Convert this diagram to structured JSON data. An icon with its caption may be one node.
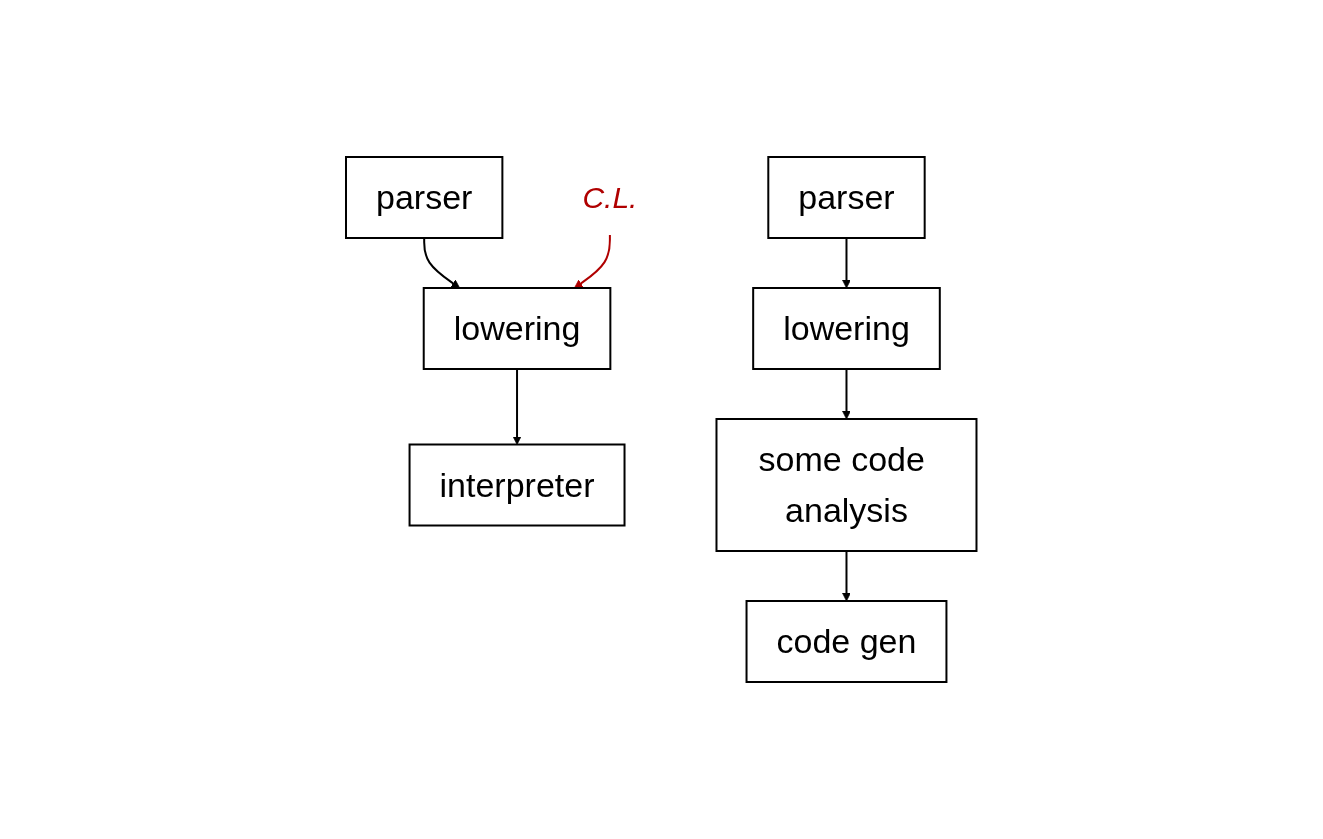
{
  "diagram": {
    "nodes": [
      {
        "text": [
          "parser"
        ]
      },
      {
        "text": [
          "lowering"
        ]
      },
      {
        "text": [
          "interpreter"
        ]
      },
      {
        "text": [
          "parser"
        ]
      },
      {
        "text": [
          "lowering"
        ]
      },
      {
        "text": [
          "some code analysis"
        ]
      },
      {
        "text": [
          "code gen"
        ]
      },
      {
        "text": [
          "C.L."
        ]
      }
    ],
    "edges": [
      {
        "from": 0,
        "to": 1,
        "arrow": "to"
      },
      {
        "from": 1,
        "to": 2,
        "arrow": "to"
      },
      {
        "from": 3,
        "to": 4,
        "arrow": "to"
      },
      {
        "from": 4,
        "to": 5,
        "arrow": "to"
      },
      {
        "from": 5,
        "to": 6,
        "arrow": "to"
      },
      {
        "from": 7,
        "to": 1,
        "arrow": "to",
        "color": "#b00000"
      }
    ]
  }
}
